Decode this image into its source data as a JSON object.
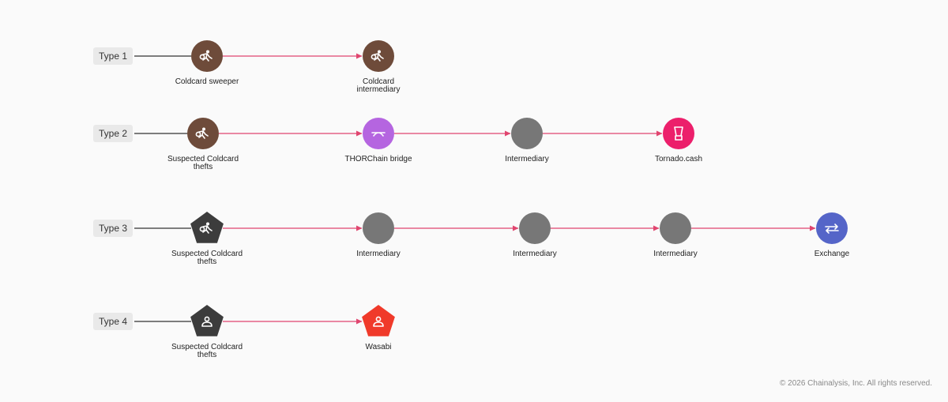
{
  "rows": [
    {
      "label": "Type 1",
      "nodes": [
        {
          "shape": "circle",
          "color": "#6e4b3a",
          "icon": "thief-running-icon",
          "label": [
            "Coldcard sweeper"
          ]
        },
        {
          "shape": "circle",
          "color": "#6e4b3a",
          "icon": "thief-running-icon",
          "label": [
            "Coldcard",
            "intermediary"
          ]
        }
      ]
    },
    {
      "label": "Type 2",
      "nodes": [
        {
          "shape": "circle",
          "color": "#6e4b3a",
          "icon": "thief-running-icon",
          "label": [
            "Suspected Coldcard",
            "thefts"
          ]
        },
        {
          "shape": "circle",
          "color": "#b565e0",
          "icon": "bridge-icon",
          "label": [
            "THORChain bridge"
          ]
        },
        {
          "shape": "circle",
          "color": "#777777",
          "icon": "",
          "label": [
            "Intermediary"
          ]
        },
        {
          "shape": "circle",
          "color": "#ec1f6b",
          "icon": "blender-icon",
          "label": [
            "Tornado.cash"
          ]
        }
      ]
    },
    {
      "label": "Type 3",
      "nodes": [
        {
          "shape": "pentagon",
          "color": "#3c3c3c",
          "icon": "thief-running-icon",
          "label": [
            "Suspected Coldcard",
            "thefts"
          ]
        },
        {
          "shape": "circle",
          "color": "#777777",
          "icon": "",
          "label": [
            "Intermediary"
          ]
        },
        {
          "shape": "circle",
          "color": "#777777",
          "icon": "",
          "label": [
            "Intermediary"
          ]
        },
        {
          "shape": "circle",
          "color": "#777777",
          "icon": "",
          "label": [
            "Intermediary"
          ]
        },
        {
          "shape": "circle",
          "color": "#5565c8",
          "icon": "exchange-arrows-icon",
          "label": [
            "Exchange"
          ]
        }
      ]
    },
    {
      "label": "Type 4",
      "nodes": [
        {
          "shape": "pentagon",
          "color": "#3c3c3c",
          "icon": "person-icon",
          "label": [
            "Suspected Coldcard",
            "thefts"
          ]
        },
        {
          "shape": "pentagon",
          "color": "#f03a2a",
          "icon": "person-icon",
          "label": [
            "Wasabi"
          ]
        }
      ]
    }
  ],
  "edge_color": "#e0456f",
  "connector_color": "#333333",
  "footer": "© 2026 Chainalysis, Inc. All rights reserved."
}
